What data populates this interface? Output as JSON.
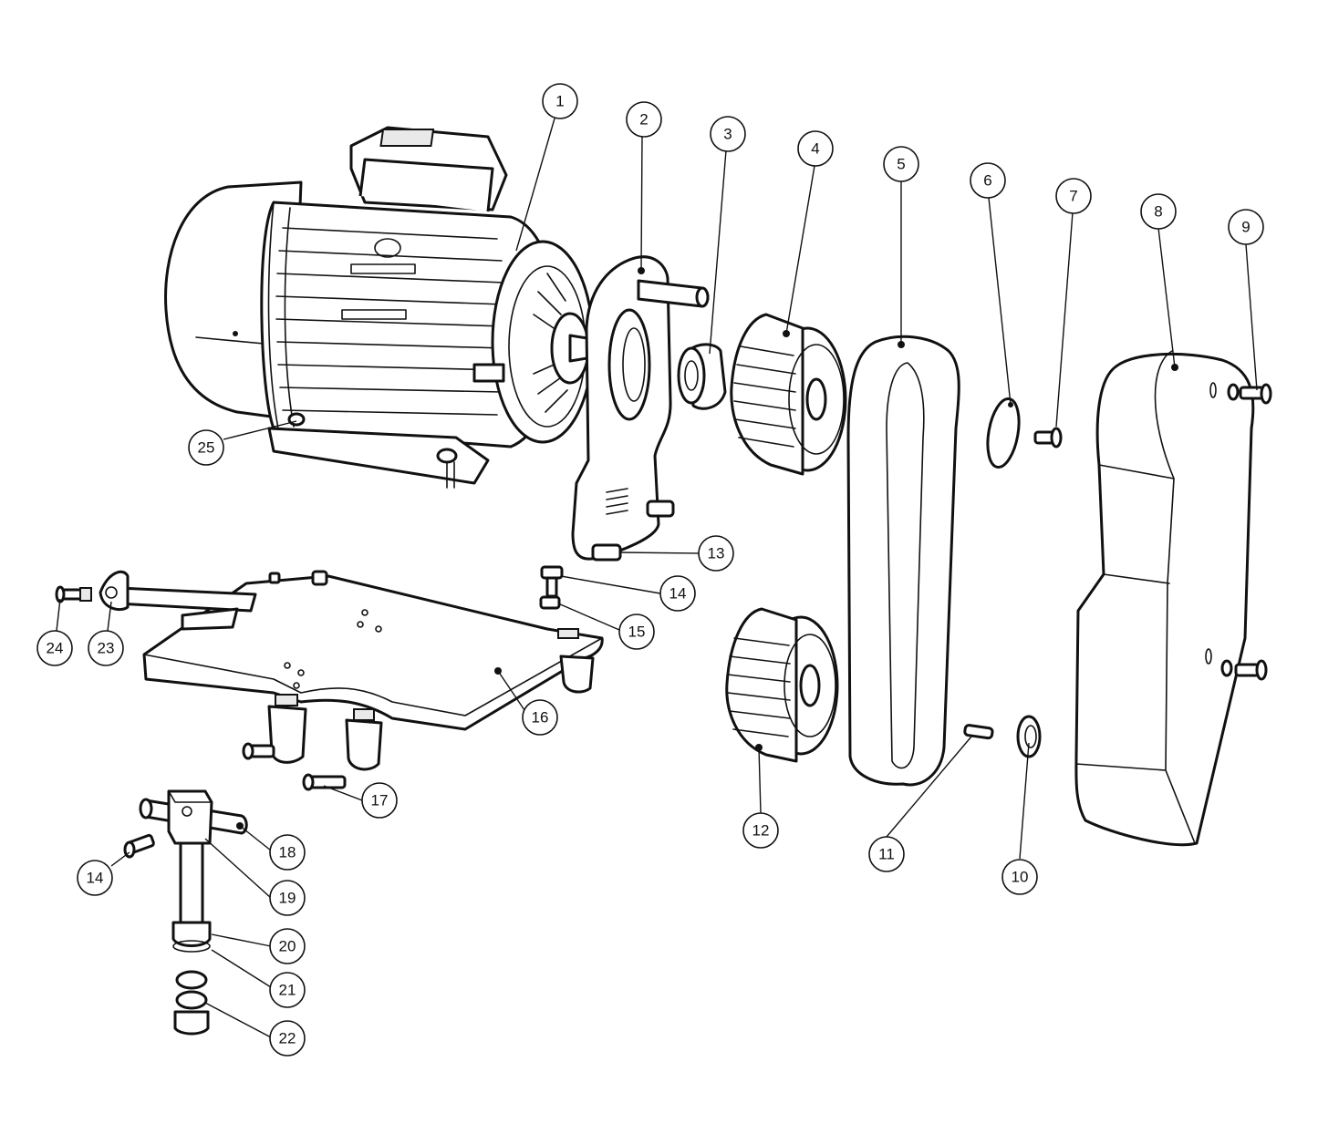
{
  "callouts": [
    {
      "id": "c1",
      "label": "1"
    },
    {
      "id": "c2",
      "label": "2"
    },
    {
      "id": "c3",
      "label": "3"
    },
    {
      "id": "c4",
      "label": "4"
    },
    {
      "id": "c5",
      "label": "5"
    },
    {
      "id": "c6",
      "label": "6"
    },
    {
      "id": "c7",
      "label": "7"
    },
    {
      "id": "c8",
      "label": "8"
    },
    {
      "id": "c9",
      "label": "9"
    },
    {
      "id": "c10",
      "label": "10"
    },
    {
      "id": "c11",
      "label": "11"
    },
    {
      "id": "c12",
      "label": "12"
    },
    {
      "id": "c13",
      "label": "13"
    },
    {
      "id": "c14a",
      "label": "14"
    },
    {
      "id": "c14b",
      "label": "14"
    },
    {
      "id": "c15",
      "label": "15"
    },
    {
      "id": "c16",
      "label": "16"
    },
    {
      "id": "c17",
      "label": "17"
    },
    {
      "id": "c18",
      "label": "18"
    },
    {
      "id": "c19",
      "label": "19"
    },
    {
      "id": "c20",
      "label": "20"
    },
    {
      "id": "c21",
      "label": "21"
    },
    {
      "id": "c22",
      "label": "22"
    },
    {
      "id": "c23",
      "label": "23"
    },
    {
      "id": "c24",
      "label": "24"
    },
    {
      "id": "c25",
      "label": "25"
    }
  ]
}
